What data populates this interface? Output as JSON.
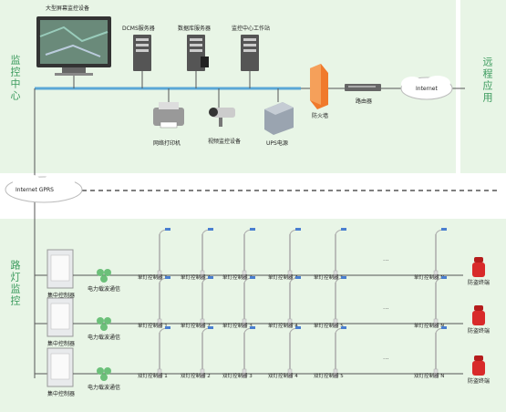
{
  "regions": {
    "monitoring_center_label": "监控中心",
    "remote_app_label": "远程应用",
    "street_light_label": "路灯监控"
  },
  "top": {
    "large_screen": "大型屏幕监控设备",
    "dcms_server": "DCMS服务器",
    "db_server": "数据库服务器",
    "workstation": "监控中心工作站",
    "printer": "网络打印机",
    "camera": "视频监控设备",
    "ups": "UPS电源",
    "firewall": "防火墙",
    "router": "路由器",
    "internet": "Internet",
    "internet_gprs": "Internet GPRS"
  },
  "rows": [
    {
      "concentrator": "集中控制器",
      "plc": "电力载波通信",
      "controllers": [
        "单灯控制器 1",
        "单灯控制器 2",
        "单灯控制器 3",
        "单灯控制器 4",
        "单灯控制器 5"
      ],
      "controller_n": "单灯控制器 N",
      "ellipsis": "...",
      "terminal": "防盗终端"
    },
    {
      "concentrator": "集中控制器",
      "plc": "电力载波通信",
      "controllers": [
        "单灯控制器 1",
        "单灯控制器 2",
        "单灯控制器 3",
        "单灯控制器 4",
        "单灯控制器 5"
      ],
      "controller_n": "单灯控制器 N",
      "ellipsis": "...",
      "terminal": "防盗终端"
    },
    {
      "concentrator": "集中控制器",
      "plc": "电力载波通信",
      "controllers": [
        "双灯控制器 1",
        "双灯控制器 2",
        "双灯控制器 3",
        "双灯控制器 4",
        "双灯控制器 5"
      ],
      "controller_n": "双灯控制器 N",
      "ellipsis": "...",
      "terminal": "防盗终端"
    }
  ],
  "colors": {
    "bg_region": "#e8f5e6",
    "bus": "#5aa7d6",
    "label_green": "#3a9a5c"
  }
}
